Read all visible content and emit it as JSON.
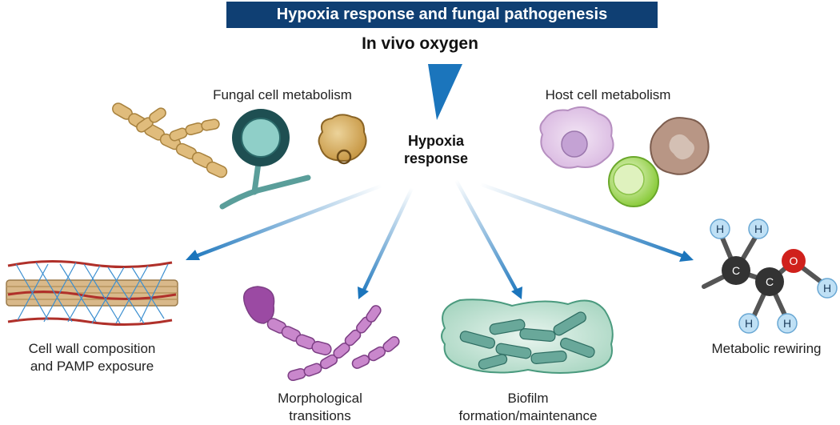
{
  "title": "Hypoxia response and fungal pathogenesis",
  "oxygen_label": "In vivo oxygen",
  "center": {
    "line1": "Hypoxia",
    "line2": "response"
  },
  "top_labels": {
    "fungal": "Fungal cell metabolism",
    "host": "Host cell metabolism"
  },
  "outcomes": {
    "cell_wall": {
      "line1": "Cell wall composition",
      "line2": "and PAMP exposure"
    },
    "morphology": {
      "line1": "Morphological",
      "line2": "transitions"
    },
    "biofilm": {
      "line1": "Biofilm",
      "line2": "formation/maintenance"
    },
    "metabolic": {
      "line1": "Metabolic rewiring"
    }
  },
  "molecule_atoms": {
    "carbon": "C",
    "hydrogen": "H",
    "oxygen": "O"
  },
  "colors": {
    "title_bg": "#0f3f73",
    "arrow_blue": "#1b75bc",
    "wedge_blue": "#1b75bc"
  }
}
